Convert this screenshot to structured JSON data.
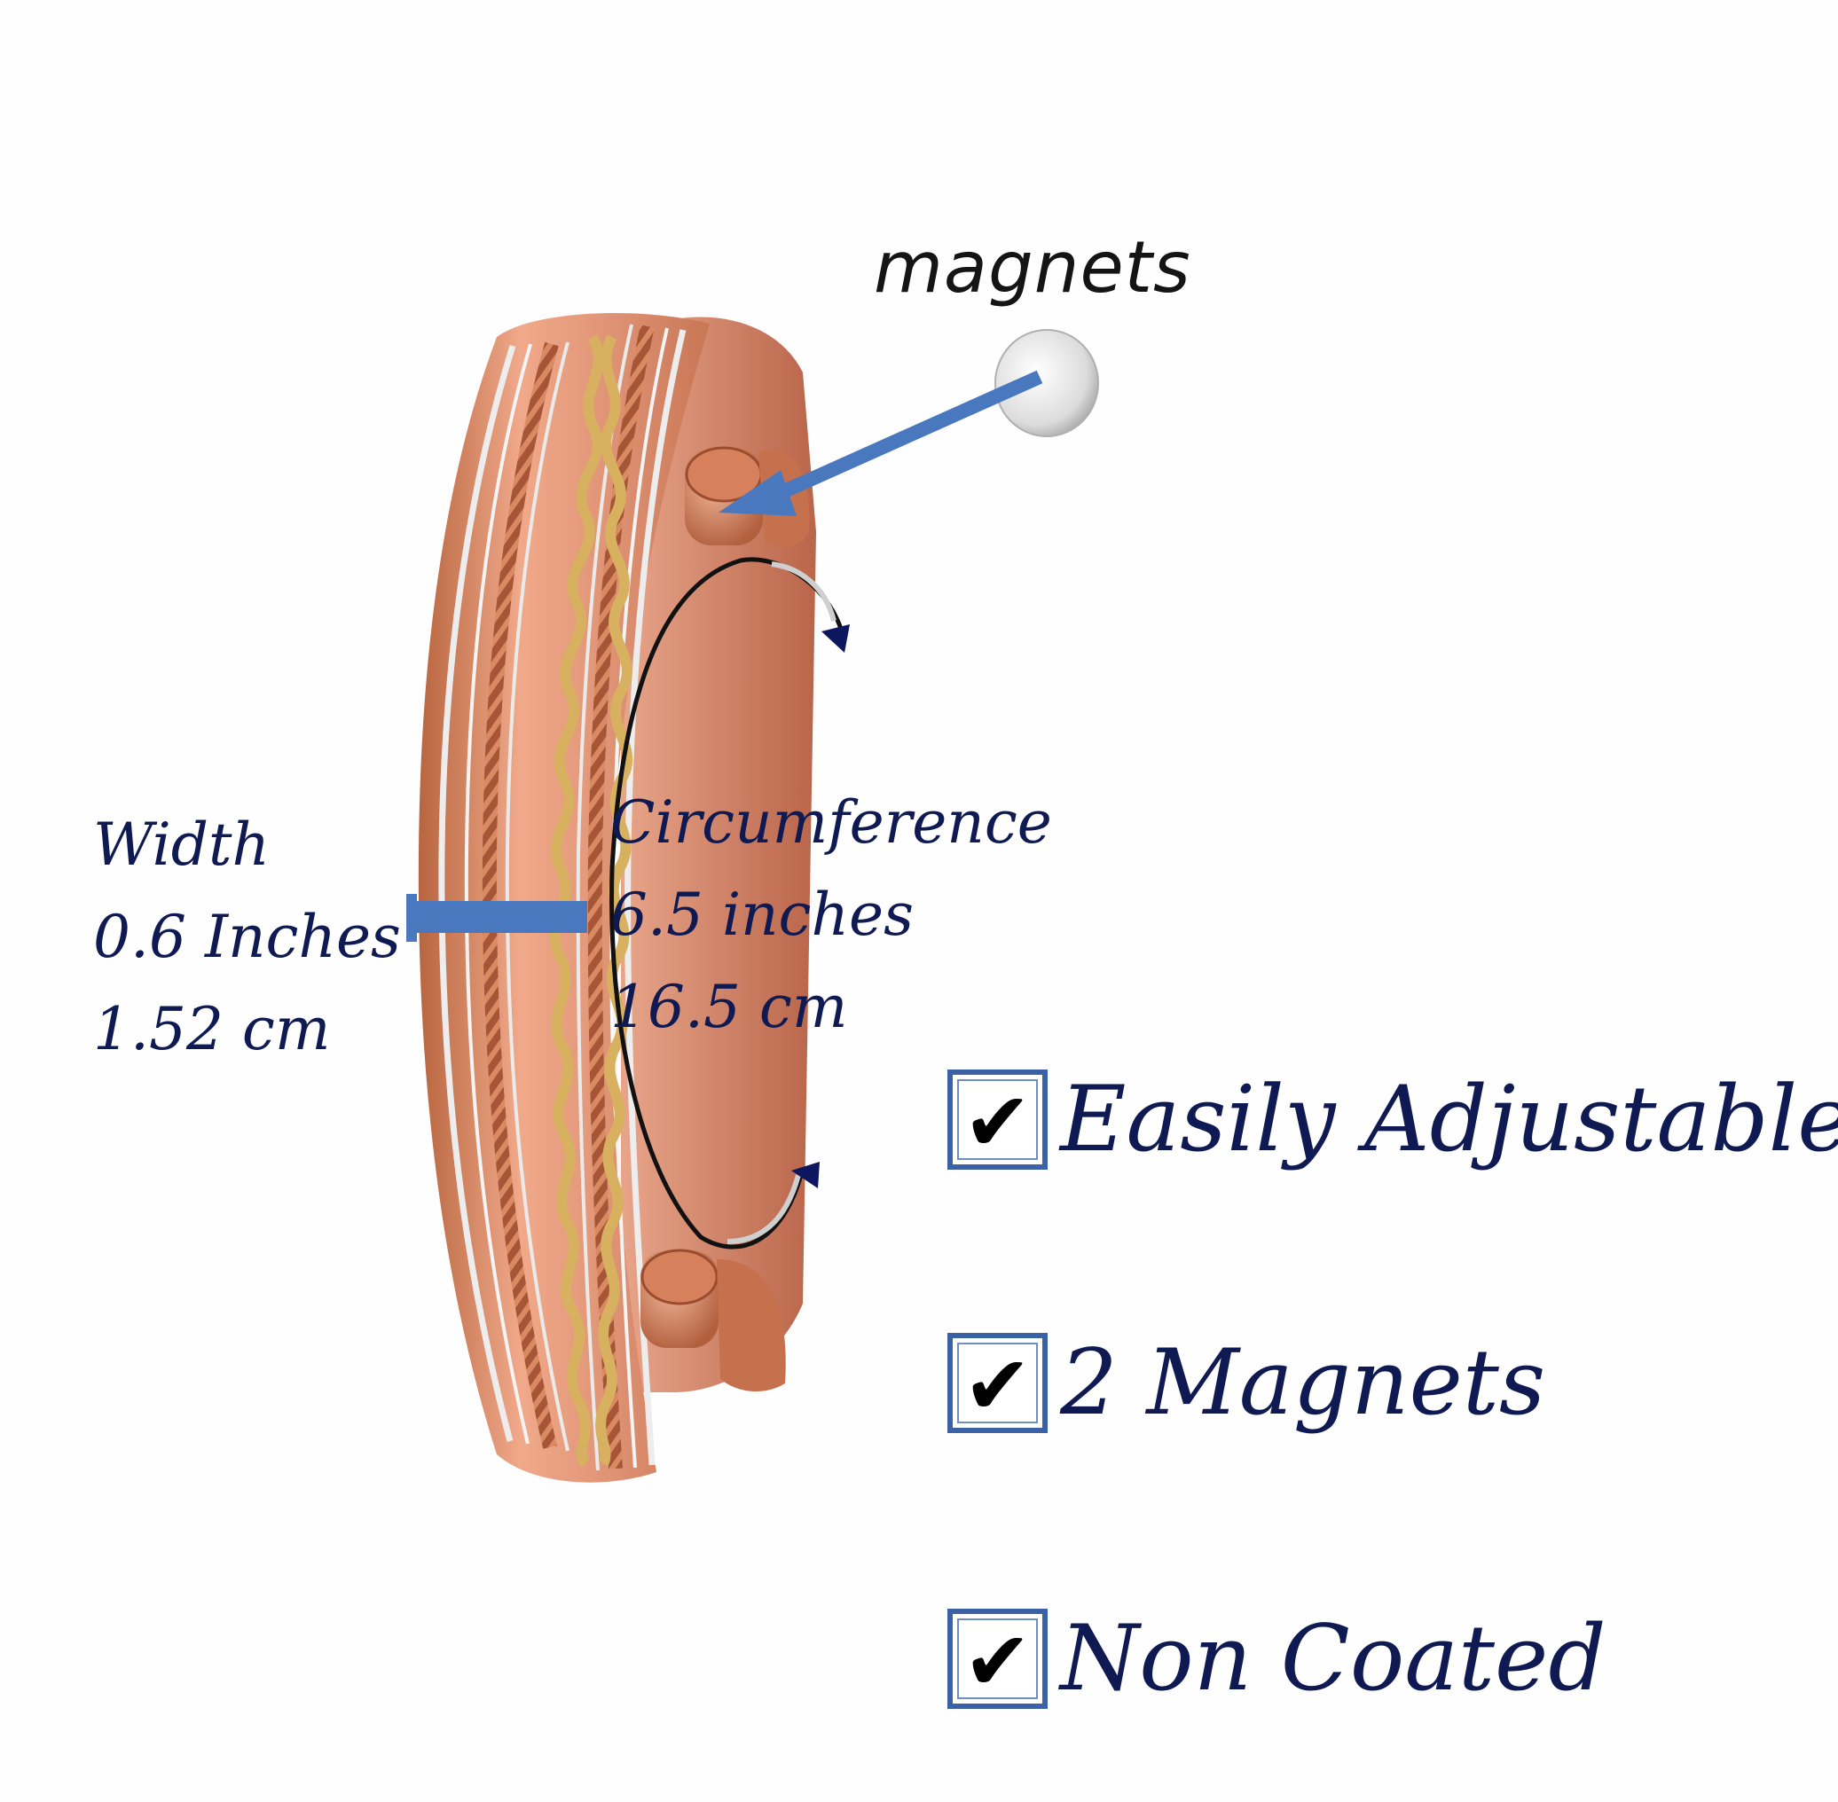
{
  "labels": {
    "magnets": "magnets",
    "width_title": "Width",
    "width_inches": "0.6 Inches",
    "width_cm": "1.52 cm",
    "circ_title": "Circumference",
    "circ_inches": "6.5 inches",
    "circ_cm": "16.5 cm"
  },
  "features": [
    {
      "label": "Easily Adjustable",
      "icon": "checkbox-checked-icon"
    },
    {
      "label": "2 Magnets",
      "icon": "checkbox-checked-icon"
    },
    {
      "label": "Non Coated",
      "icon": "checkbox-checked-icon"
    }
  ],
  "colors": {
    "text": "#101a52",
    "arrow": "#4a78be",
    "checkbox_border": "#3b62a5",
    "copper": "#d9876a",
    "brass": "#d8b466",
    "silver": "#e4e4e4"
  }
}
